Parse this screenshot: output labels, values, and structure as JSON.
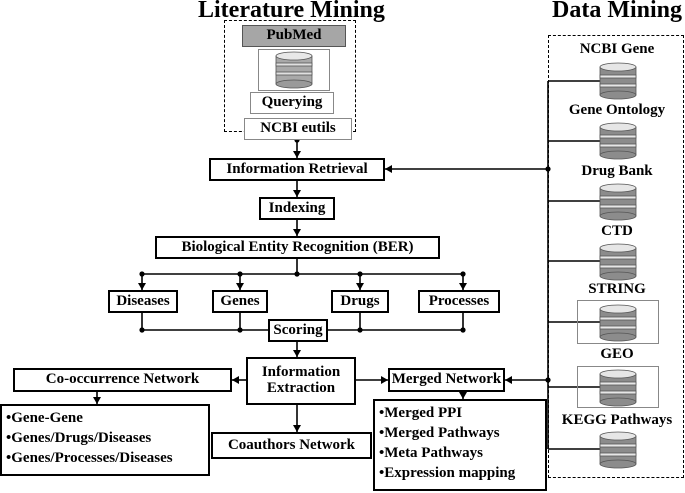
{
  "headings": {
    "literature": "Literature Mining",
    "data": "Data Mining"
  },
  "literature": {
    "pubmed": "PubMed",
    "querying": "Querying",
    "eutils": "NCBI eutils"
  },
  "pipeline": {
    "retrieval": "Information Retrieval",
    "indexing": "Indexing",
    "ber": "Biological Entity Recognition (BER)",
    "entities": [
      "Diseases",
      "Genes",
      "Drugs",
      "Processes"
    ],
    "scoring": "Scoring",
    "extraction": [
      "Information",
      "Extraction"
    ]
  },
  "outputs": {
    "cooccurrence": "Co-occurrence Network",
    "cooccurrence_items": [
      "•Gene-Gene",
      "•Genes/Drugs/Diseases",
      "•Genes/Processes/Diseases"
    ],
    "coauthors": "Coauthors Network",
    "merged": "Merged Network",
    "merged_items": [
      "•Merged PPI",
      "•Merged Pathways",
      "•Meta Pathways",
      "•Expression mapping"
    ]
  },
  "databases": [
    "NCBI Gene",
    "Gene Ontology",
    "Drug Bank",
    "CTD",
    "STRING",
    "GEO",
    "KEGG Pathways"
  ],
  "colors": {
    "pubmed_fill": "#a6a6a6",
    "db_light": "#e6e6e6",
    "db_dark": "#8c8c8c"
  }
}
